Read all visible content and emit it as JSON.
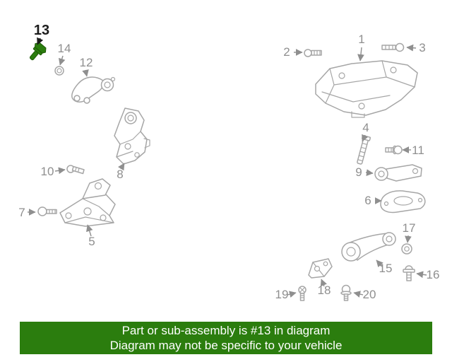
{
  "colors": {
    "highlight_green": "#2b7d0e",
    "highlight_green_dark": "#1e5a06",
    "diagram_gray": "#a6a6a6",
    "label_gray": "#8f8f8f",
    "label_dark": "#1c1c1c",
    "banner_bg": "#2b7d0e",
    "banner_text": "#ffffff"
  },
  "highlighted_callout": "13",
  "banner": {
    "line1": "Part or sub-assembly is #13 in diagram",
    "line2": "Diagram may not be specific to your vehicle"
  },
  "callouts": [
    {
      "label": "1"
    },
    {
      "label": "2"
    },
    {
      "label": "3"
    },
    {
      "label": "4"
    },
    {
      "label": "5"
    },
    {
      "label": "6"
    },
    {
      "label": "7"
    },
    {
      "label": "8"
    },
    {
      "label": "9"
    },
    {
      "label": "10"
    },
    {
      "label": "11"
    },
    {
      "label": "12"
    },
    {
      "label": "13",
      "highlighted": true
    },
    {
      "label": "14"
    },
    {
      "label": "15"
    },
    {
      "label": "16"
    },
    {
      "label": "17"
    },
    {
      "label": "18"
    },
    {
      "label": "19"
    },
    {
      "label": "20"
    }
  ]
}
